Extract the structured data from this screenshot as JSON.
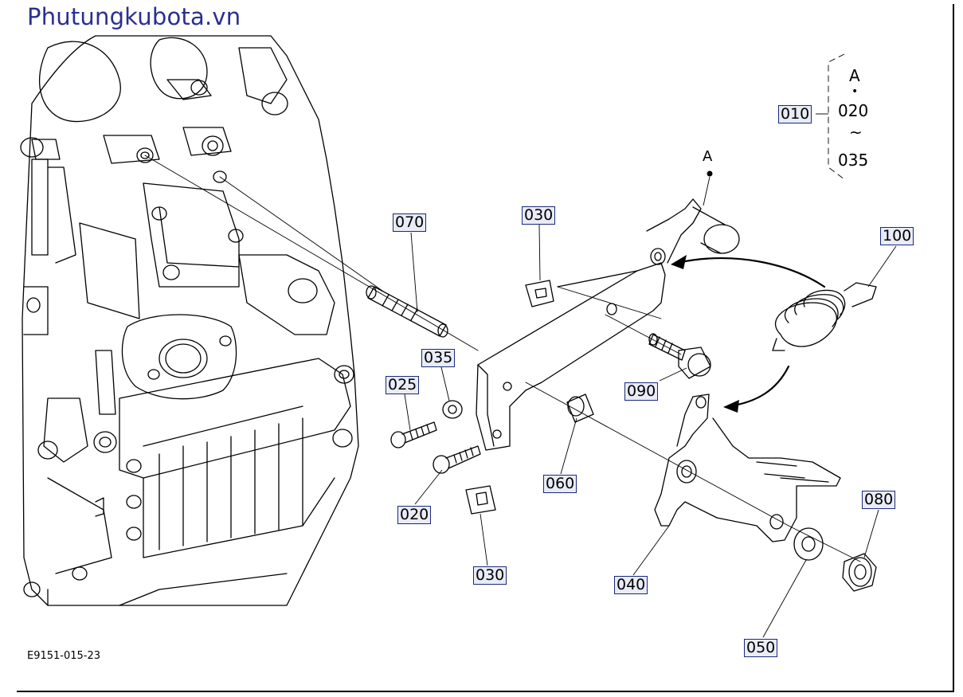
{
  "header": {
    "site_title": "Phutungkubota.vn"
  },
  "footer": {
    "drawing_code": "E9151-015-23"
  },
  "legend": {
    "parent_part": "010",
    "range_start": "A",
    "range_mid": "020",
    "range_end": "035",
    "dot": "•",
    "tilde": "~"
  },
  "marker": {
    "a_label": "A"
  },
  "parts": {
    "p070": "070",
    "p030_top": "030",
    "p035": "035",
    "p025": "025",
    "p020": "020",
    "p030_bottom": "030",
    "p060": "060",
    "p090": "090",
    "p100": "100",
    "p040": "040",
    "p080": "080",
    "p050": "050"
  }
}
